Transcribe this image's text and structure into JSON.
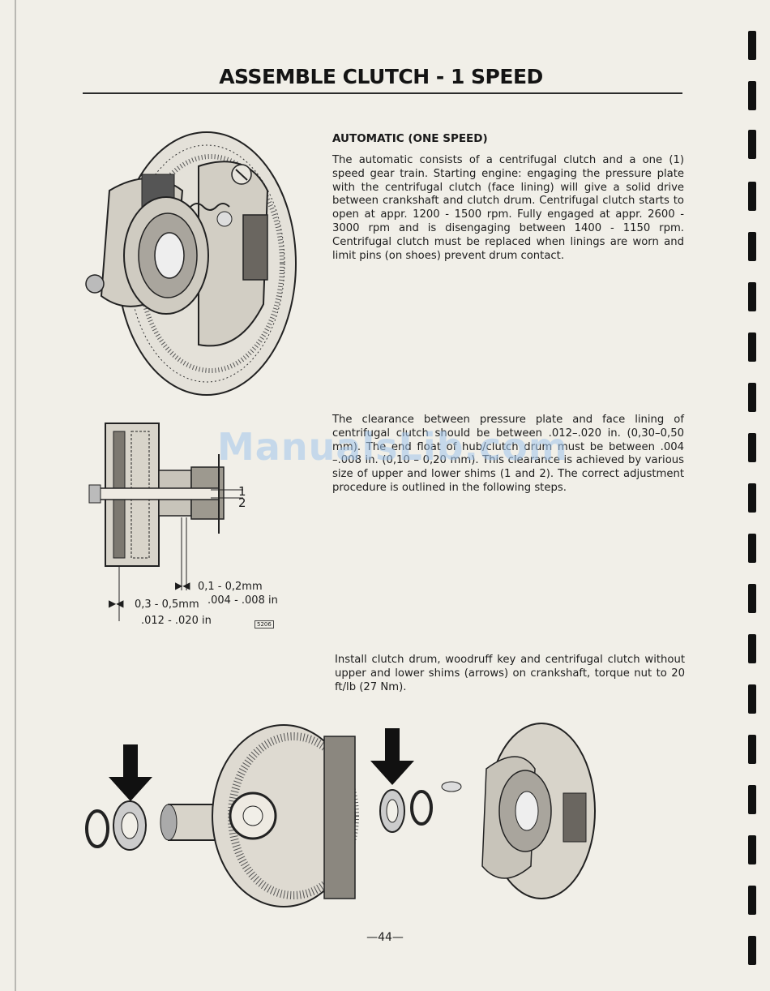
{
  "page": {
    "title": "ASSEMBLE CLUTCH - 1 SPEED",
    "page_number": "—44—",
    "watermark": "ManualsLib.com"
  },
  "section": {
    "heading": "AUTOMATIC (ONE SPEED)",
    "paragraph_1": "The automatic consists of a centrifugal clutch and a one (1) speed gear train. Starting engine: engaging the pressure plate with the centrifugal clutch (face lining) will give a solid drive between crankshaft and clutch drum. Centrifugal clutch starts to open at appr. 1200 - 1500 rpm. Fully engaged at appr. 2600 - 3000 rpm and is disengaging between 1400 - 1150 rpm. Centrifugal clutch must be replaced when linings are worn and limit pins (on shoes) prevent drum contact.",
    "paragraph_2": "The clearance between pressure plate and face lining of centrifugal clutch should be between .012–.020 in. (0,30–0,50 mm). The end float of hub/clutch drum must be between .004 –.008 in. (0,10 – 0,20 mm). This clearance is achieved by various size of upper and lower shims (1 and 2). The correct adjustment procedure is outlined in the following steps.",
    "paragraph_3": "Install clutch drum, woodruff key and centrifugal clutch without upper and lower shims (arrows) on crankshaft, torque nut to 20 ft/lb (27 Nm)."
  },
  "diagram": {
    "label_1": "1",
    "label_2": "2",
    "dim_small_mm": "0,1 - 0,2mm",
    "dim_small_in": ".004  -  .008  in",
    "dim_large_mm": "0,3 - 0,5mm",
    "dim_large_in": ".012  -  .020 in",
    "figure_code": "5206"
  }
}
